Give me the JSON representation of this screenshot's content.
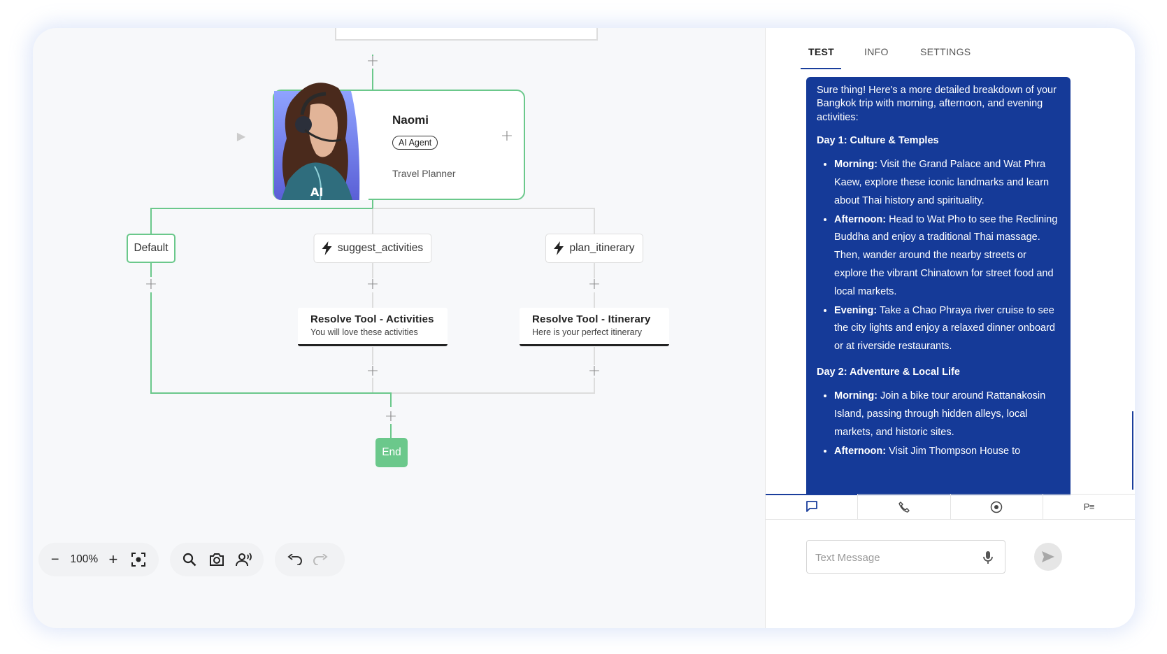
{
  "canvas": {
    "agent": {
      "name": "Naomi",
      "badge": "AI Agent",
      "role": "Travel Planner",
      "photo_mark": "AI"
    },
    "branches": [
      {
        "label": "Default",
        "icon": "none"
      },
      {
        "label": "suggest_activities",
        "icon": "lightning-icon"
      },
      {
        "label": "plan_itinerary",
        "icon": "lightning-icon"
      }
    ],
    "tools": [
      {
        "title": "Resolve Tool - Activities",
        "subtitle": "You will love these activities"
      },
      {
        "title": "Resolve Tool - Itinerary",
        "subtitle": "Here is your perfect itinerary"
      }
    ],
    "end_label": "End",
    "plus_symbol": "+",
    "colors": {
      "active_path": "#6bc88b",
      "inactive_path": "#dddddd"
    }
  },
  "toolbar": {
    "zoom_out": "−",
    "zoom_level": "100%",
    "zoom_in": "+",
    "icons": [
      "focus-icon",
      "search-icon",
      "camera-icon",
      "voice-icon",
      "undo-icon",
      "redo-icon"
    ]
  },
  "panel": {
    "tabs": [
      {
        "label": "TEST",
        "active": true
      },
      {
        "label": "INFO",
        "active": false
      },
      {
        "label": "SETTINGS",
        "active": false
      }
    ],
    "message": {
      "intro": "Sure thing! Here's a more detailed breakdown of your Bangkok trip with morning, afternoon, and evening activities:",
      "day1": {
        "heading": "Day 1: Culture & Temples",
        "items": [
          {
            "label": "Morning:",
            "text": " Visit the Grand Palace and Wat Phra Kaew, explore these iconic landmarks and learn about Thai history and spirituality."
          },
          {
            "label": "Afternoon:",
            "text": " Head to Wat Pho to see the Reclining Buddha and enjoy a traditional Thai massage. Then, wander around the nearby streets or explore the vibrant Chinatown for street food and local markets."
          },
          {
            "label": "Evening:",
            "text": " Take a Chao Phraya river cruise to see the city lights and enjoy a relaxed dinner onboard or at riverside restaurants."
          }
        ]
      },
      "day2": {
        "heading": "Day 2: Adventure & Local Life",
        "items": [
          {
            "label": "Morning:",
            "text": " Join a bike tour around Rattanakosin Island, passing through hidden alleys, local markets, and historic sites."
          },
          {
            "label": "Afternoon:",
            "text": " Visit Jim Thompson House to"
          }
        ]
      },
      "bubble_color": "#153a98"
    },
    "mode_tabs": [
      "chat-icon",
      "phone-icon",
      "record-icon",
      "prompt-icon"
    ],
    "mode_prompt_label": "P≡",
    "composer": {
      "placeholder": "Text Message"
    },
    "accent": "#1a3e9c"
  }
}
